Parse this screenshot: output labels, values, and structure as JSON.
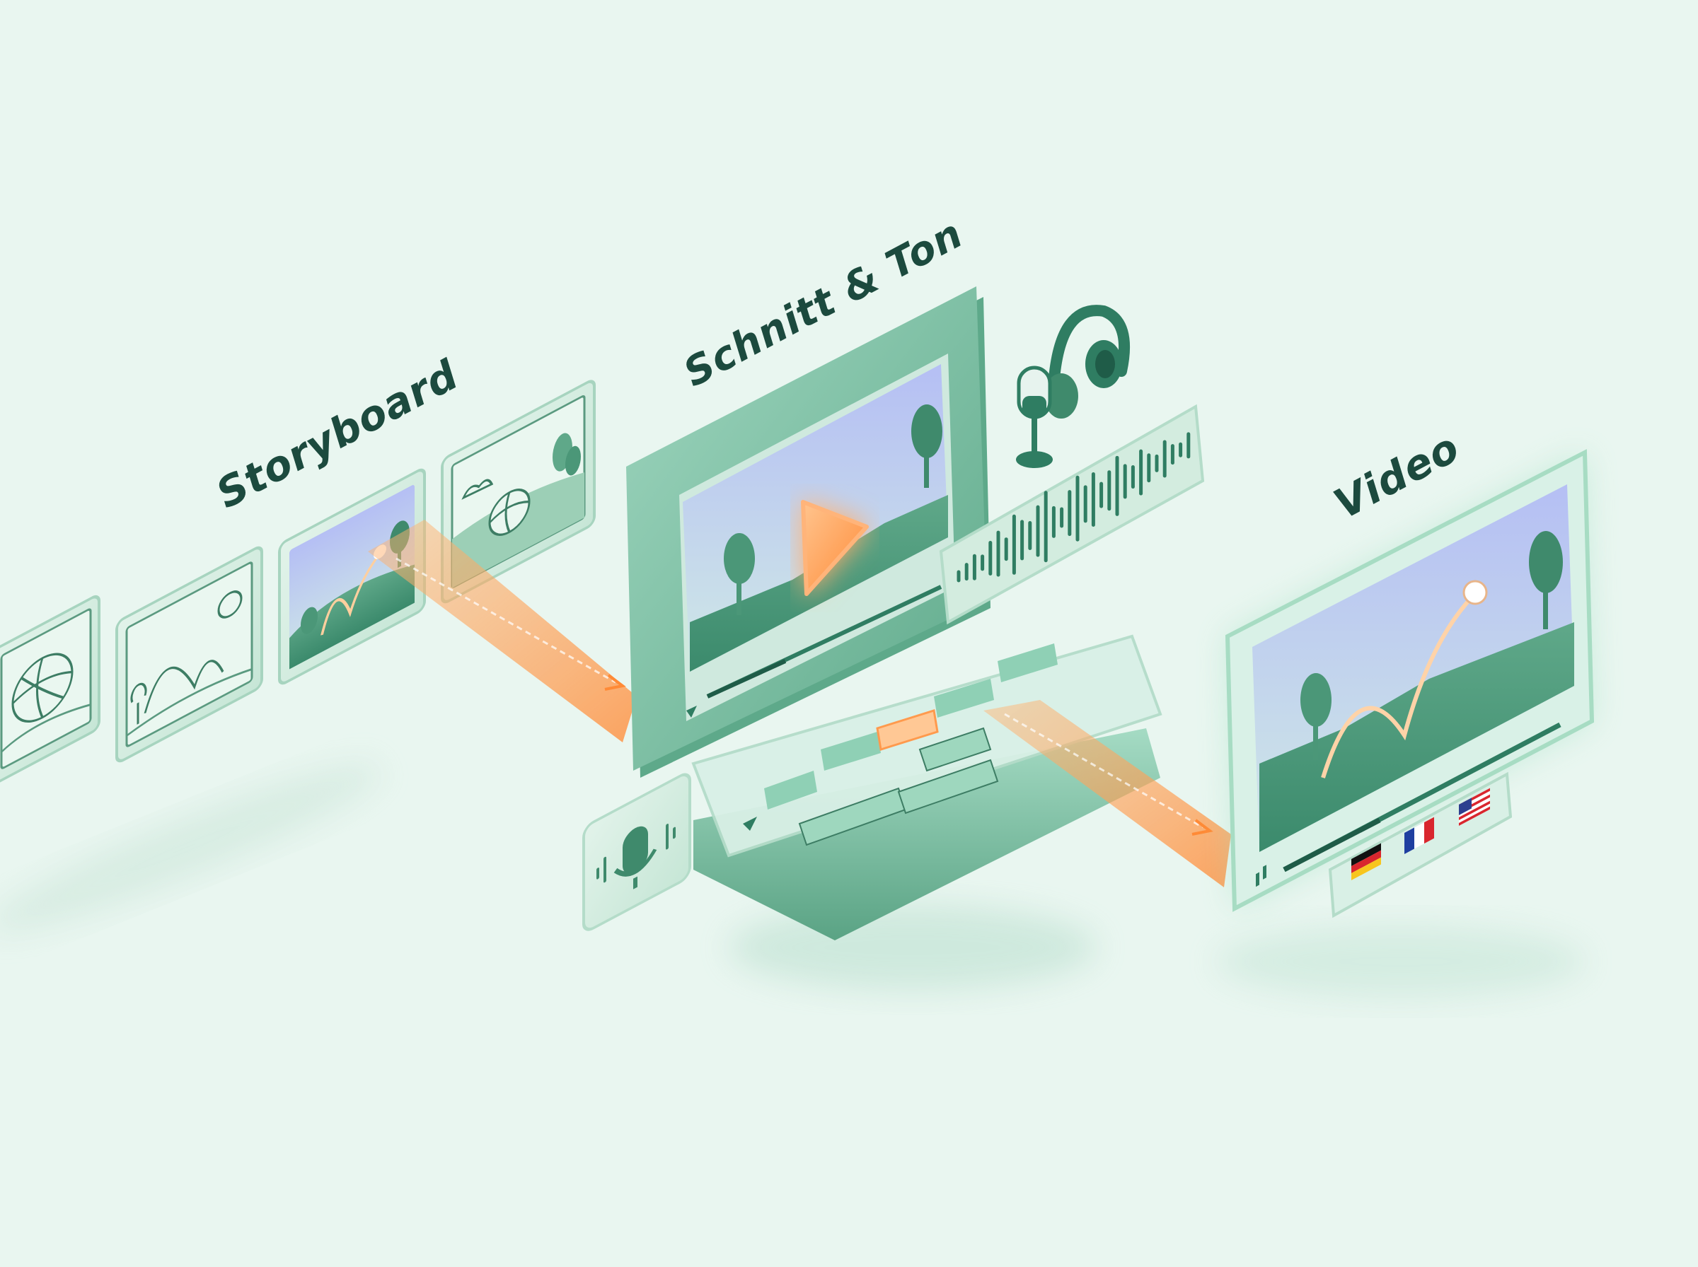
{
  "stages": {
    "storyboard": {
      "label": "Storyboard"
    },
    "editing": {
      "label": "Schnitt & Ton"
    },
    "video": {
      "label": "Video"
    }
  },
  "icons": {
    "storyboard_frames": [
      "basketball-sketch-frame",
      "bounce-arc-sketch-frame",
      "colored-bounce-frame",
      "basketball-landscape-frame"
    ],
    "editing": [
      "monitor-icon",
      "play-icon",
      "microphone-icon",
      "headphones-icon",
      "audio-waveform-icon",
      "timeline-editor-icon"
    ],
    "video": [
      "video-player-icon",
      "pause-icon",
      "flag-de-icon",
      "flag-fr-icon",
      "flag-us-icon"
    ]
  },
  "colors": {
    "background": "#e9f6f0",
    "primary_green": "#2f7d62",
    "screen_sky": "#b8c3f3",
    "accent_orange": "#ff9a4d",
    "label": "#1c4a3e"
  }
}
